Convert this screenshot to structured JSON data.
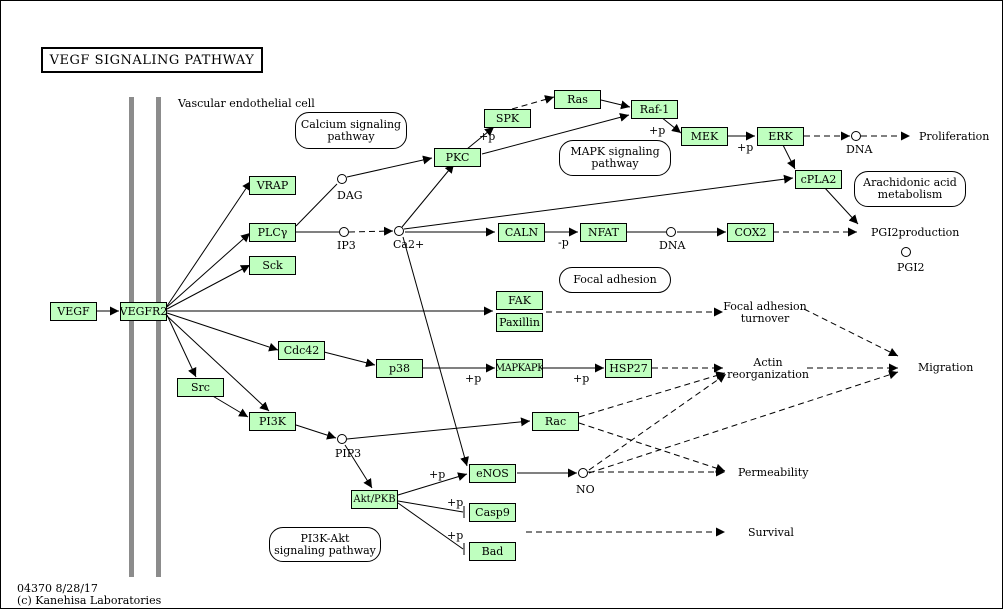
{
  "title": "VEGF  SIGNALING  PATHWAY",
  "cell_label": "Vascular endothelial cell",
  "footer": {
    "code_date": "04370 8/28/17",
    "copyright": "(c) Kanehisa Laboratories"
  },
  "colors": {
    "gene_fill": "#bfffbf",
    "membrane": "#8c8c8c",
    "line": "#000000"
  },
  "genes": {
    "vegf": "VEGF",
    "vegfr2": "VEGFR2",
    "vrap": "VRAP",
    "plcg": "PLCγ",
    "sck": "Sck",
    "src": "Src",
    "cdc42": "Cdc42",
    "p38": "p38",
    "mapkapk": "MAPKAPK",
    "hsp27": "HSP27",
    "pi3k": "PI3K",
    "akt": "Akt/PKB",
    "enos": "eNOS",
    "casp9": "Casp9",
    "bad": "Bad",
    "fak": "FAK",
    "paxillin": "Paxillin",
    "rac": "Rac",
    "pkc": "PKC",
    "spk": "SPK",
    "ras": "Ras",
    "raf1": "Raf-1",
    "mek": "MEK",
    "erk": "ERK",
    "cpla2": "cPLA2",
    "caln": "CALN",
    "nfat": "NFAT",
    "cox2": "COX2"
  },
  "compounds": {
    "dag": "DAG",
    "ip3": "IP3",
    "ca": "Ca2+",
    "dna1": "DNA",
    "dna2": "DNA",
    "pip3": "PIP3",
    "no": "NO",
    "pgi2": "PGI2"
  },
  "pathways": {
    "calcium": "Calcium signaling\npathway",
    "mapk": "MAPK signaling\npathway",
    "arachidonic": "Arachidonic acid\nmetabolism",
    "focal": "Focal adhesion",
    "pi3k_akt": "PI3K-Akt\nsignaling pathway"
  },
  "outcomes": {
    "proliferation": "Proliferation",
    "pgi2_production": "PGI2production",
    "focal_turnover_1": "Focal adhesion",
    "focal_turnover_2": "turnover",
    "migration": "Migration",
    "actin_1": "Actin",
    "actin_2": "reorganization",
    "permeability": "Permeability",
    "survival": "Survival"
  },
  "modifiers": {
    "p_spk": "+p",
    "p_mek": "+p",
    "p_erk": "+p",
    "m_nfat": "-p",
    "p_mapkapk": "+p",
    "p_hsp27": "+p",
    "p_enos": "+p",
    "p_casp9": "+p",
    "p_bad": "+p"
  }
}
